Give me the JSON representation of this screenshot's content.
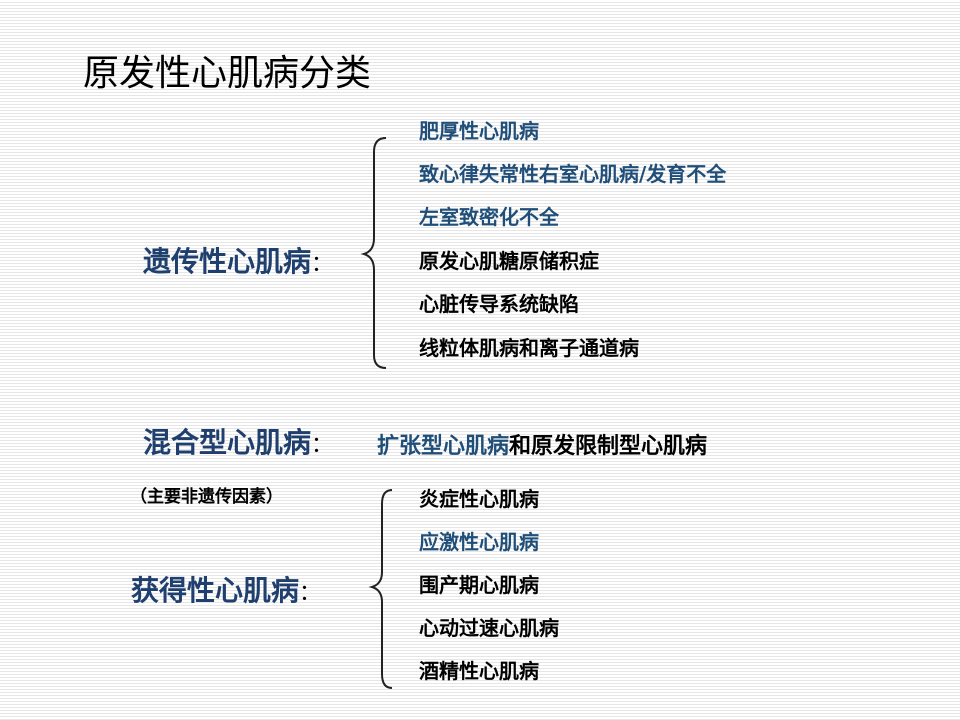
{
  "title": "原发性心肌病分类",
  "hereditary": {
    "label": "遗传性心肌病",
    "colon": "：",
    "items": [
      {
        "text": "肥厚性心肌病",
        "color": "#1f4e79"
      },
      {
        "text": "致心律失常性右室心肌病/发育不全",
        "color": "#1f4e79"
      },
      {
        "text": "左室致密化不全",
        "color": "#1f4e79"
      },
      {
        "text": "原发心肌糖原储积症",
        "color": "#000000"
      },
      {
        "text": "心脏传导系统缺陷",
        "color": "#000000"
      },
      {
        "text": "线粒体肌病和离子通道病",
        "color": "#000000"
      }
    ]
  },
  "mixed": {
    "label": "混合型心肌病",
    "colon": "：",
    "desc_blue": "扩张型心肌病",
    "desc_black": "和原发限制型心肌病"
  },
  "acquired": {
    "note": "（主要非遗传因素）",
    "label": "获得性心肌病",
    "colon": "：",
    "items": [
      {
        "text": "炎症性心肌病",
        "color": "#000000"
      },
      {
        "text": "应激性心肌病",
        "color": "#1f4e79"
      },
      {
        "text": "围产期心肌病",
        "color": "#000000"
      },
      {
        "text": "心动过速心肌病",
        "color": "#000000"
      },
      {
        "text": "酒精性心肌病",
        "color": "#000000"
      }
    ]
  }
}
